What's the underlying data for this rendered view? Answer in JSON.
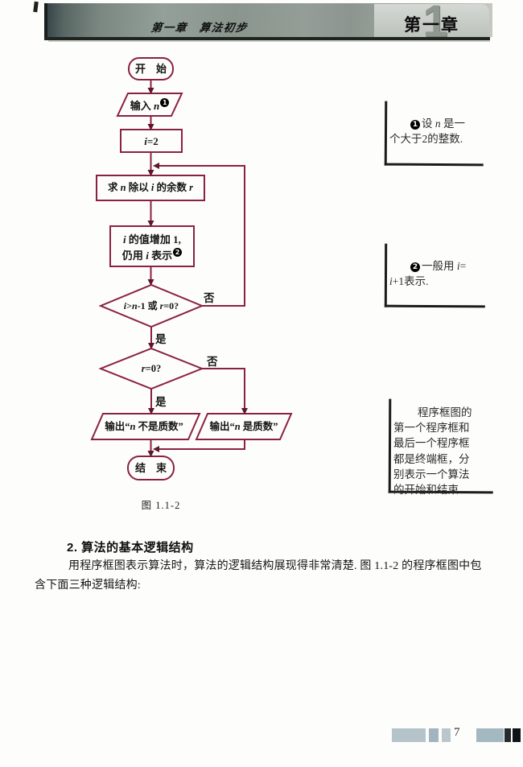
{
  "header": {
    "section_title": "第一章　算法初步",
    "chapter_tab": "第一章",
    "chapter_digit": "1"
  },
  "flowchart": {
    "start": "开　始",
    "input": {
      "s0": "输入 ",
      "v0": "n",
      "marker": "1"
    },
    "init": {
      "v0": "i",
      "s0": "=2"
    },
    "compute": {
      "s0": "求 ",
      "v0": "n",
      "s1": " 除以 ",
      "v1": "i",
      "s2": " 的余数 ",
      "v2": "r"
    },
    "inc1": {
      "v0": "i",
      "s0": " 的值增加 1,"
    },
    "inc2": {
      "s0": "仍用 ",
      "v0": "i",
      "s1": " 表示",
      "marker": "2"
    },
    "dec1": {
      "v0": "i",
      "s0": ">",
      "v1": "n",
      "s1": "-1 或 ",
      "v2": "r",
      "s2": "=0?"
    },
    "dec2": {
      "v0": "r",
      "s0": "=0?"
    },
    "out_left": {
      "s0": "输出“",
      "v0": "n",
      "s1": " 不是质数”"
    },
    "out_right": {
      "s0": "输出“",
      "v0": "n",
      "s1": " 是质数”"
    },
    "end": "结　束",
    "label_yes1": "是",
    "label_no1": "否",
    "label_yes2": "是",
    "label_no2": "否",
    "caption": "图 1.1-2"
  },
  "notes": {
    "note1": {
      "marker": "1",
      "l1s0": "设 ",
      "l1v0": "n",
      "l1s1": " 是一",
      "line2": "个大于2的整数."
    },
    "note2": {
      "marker": "2",
      "l1s0": "一般用 ",
      "l1v0": "i",
      "l1s1": "=",
      "l2v0": "i",
      "l2s0": "+1表示."
    },
    "note3": {
      "lines": [
        "程序框图的",
        "第一个程序框和",
        "最后一个程序框",
        "都是终端框，分",
        "别表示一个算法",
        "的开始和结束."
      ]
    }
  },
  "body": {
    "heading": "2. 算法的基本逻辑结构",
    "line1": "用程序框图表示算法时，算法的逻辑结构展现得非常清楚. 图 1.1-2 的程序框图中包",
    "line2": "含下面三种逻辑结构:"
  },
  "footer": {
    "page_number": "7"
  }
}
